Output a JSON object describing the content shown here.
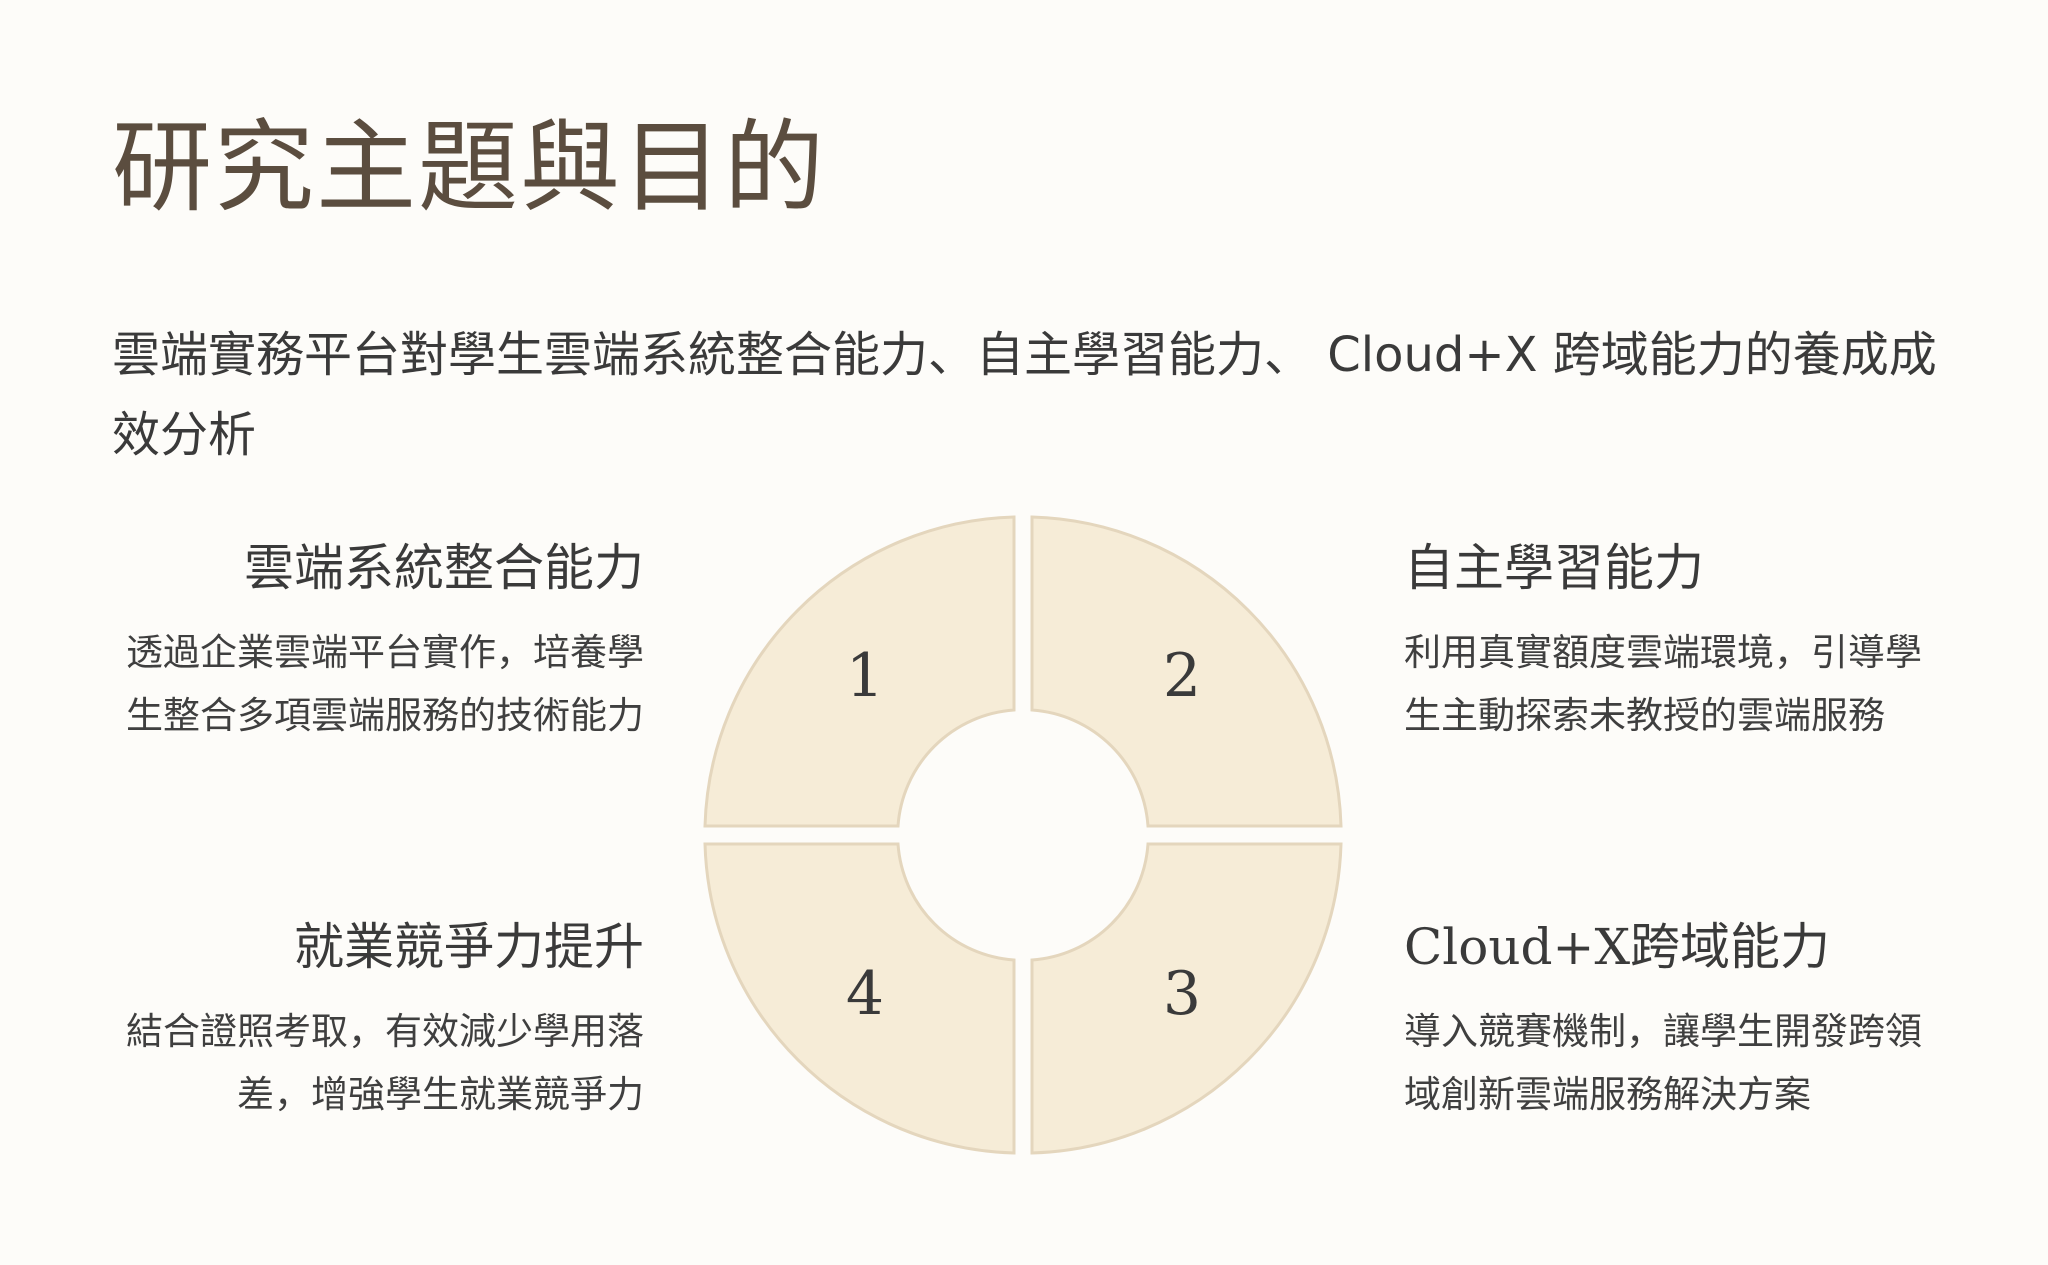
{
  "page": {
    "title": "研究主題與目的",
    "subtitle": "雲端實務平台對學生雲端系統整合能力、自主學習能力、 Cloud+X 跨域能力的養成成效分析"
  },
  "cycle": {
    "segments": [
      {
        "number": "1",
        "title": "雲端系統整合能力",
        "description": "透過企業雲端平台實作，培養學生整合多項雲端服務的技術能力"
      },
      {
        "number": "2",
        "title": "自主學習能力",
        "description": "利用真實額度雲端環境，引導學生主動探索未教授的雲端服務"
      },
      {
        "number": "3",
        "title": "Cloud+X跨域能力",
        "description": "導入競賽機制，讓學生開發跨領域創新雲端服務解決方案"
      },
      {
        "number": "4",
        "title": "就業競爭力提升",
        "description": "結合證照考取，有效減少學用落差，增強學生就業競爭力"
      }
    ]
  },
  "colors": {
    "segment_fill": "#f6ecd7",
    "segment_stroke": "#e4d6bd",
    "title": "#5b4d3f",
    "text": "#3a3a3a",
    "background": "#fdfcf9"
  }
}
